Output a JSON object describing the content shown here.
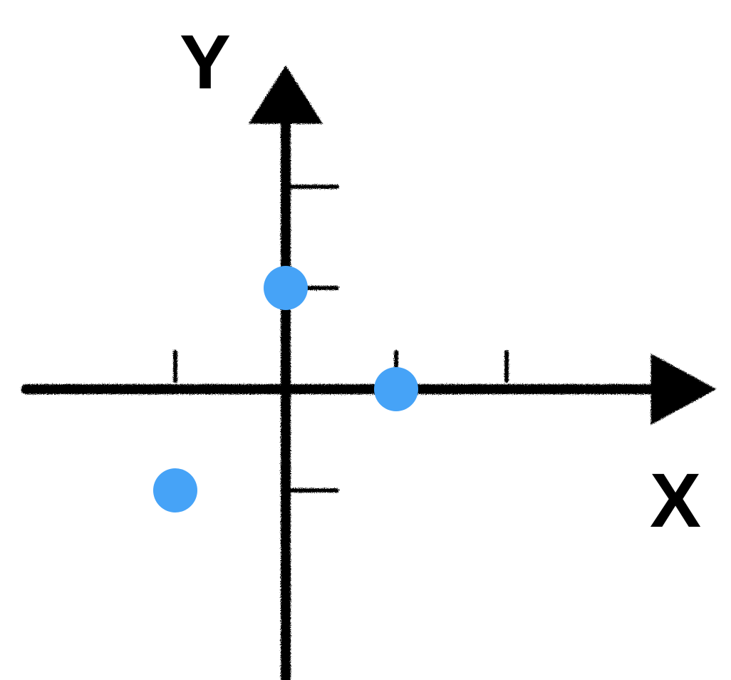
{
  "chart_data": {
    "type": "scatter",
    "xlabel": "X",
    "ylabel": "Y",
    "x_ticks": [
      -1,
      1,
      2
    ],
    "y_ticks": [
      -1,
      1,
      2
    ],
    "xlim": [
      -2.35,
      3.9
    ],
    "ylim": [
      -2.95,
      3.2
    ],
    "grid": false,
    "legend": "none",
    "series": [
      {
        "points": [
          {
            "x": 0,
            "y": 1
          },
          {
            "x": 1,
            "y": 0
          },
          {
            "x": -1,
            "y": -1
          }
        ]
      }
    ]
  },
  "colors": {
    "axis": "#000000",
    "point": "#46a3f7",
    "background": "#ffffff"
  }
}
